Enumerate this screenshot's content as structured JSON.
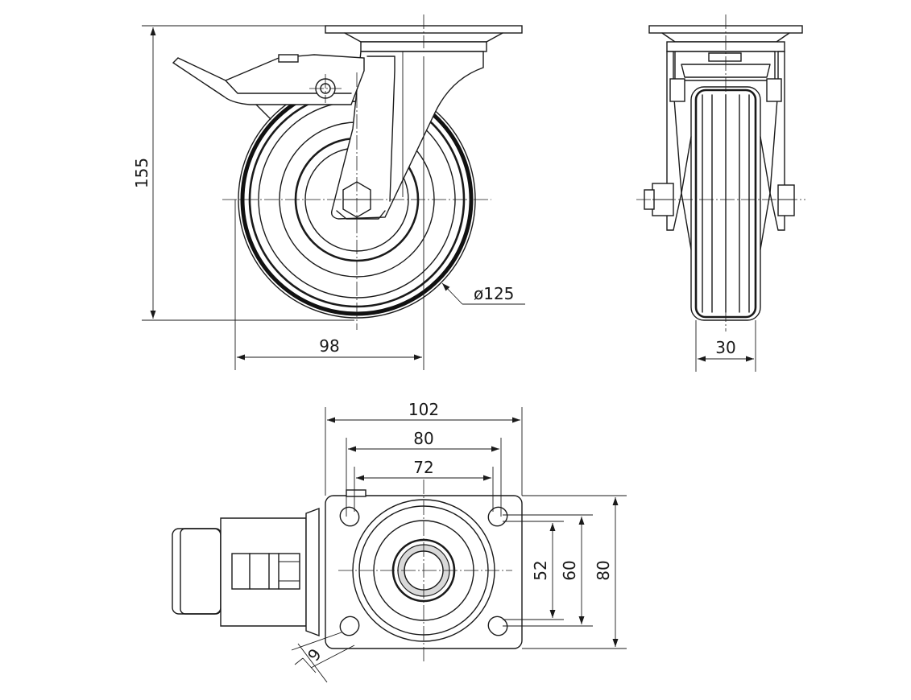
{
  "dimensions": {
    "total_height": "155",
    "wheel_diameter": "ø125",
    "offset": "98",
    "wheel_width": "30",
    "plate_width": "102",
    "hole_spacing_outer": "80",
    "hole_spacing_inner": "72",
    "plate_depth_inner": "52",
    "plate_depth_middle": "60",
    "plate_depth": "80",
    "bolt_hole": "9"
  },
  "colors": {
    "line": "#1a1a1a",
    "background": "#ffffff"
  }
}
